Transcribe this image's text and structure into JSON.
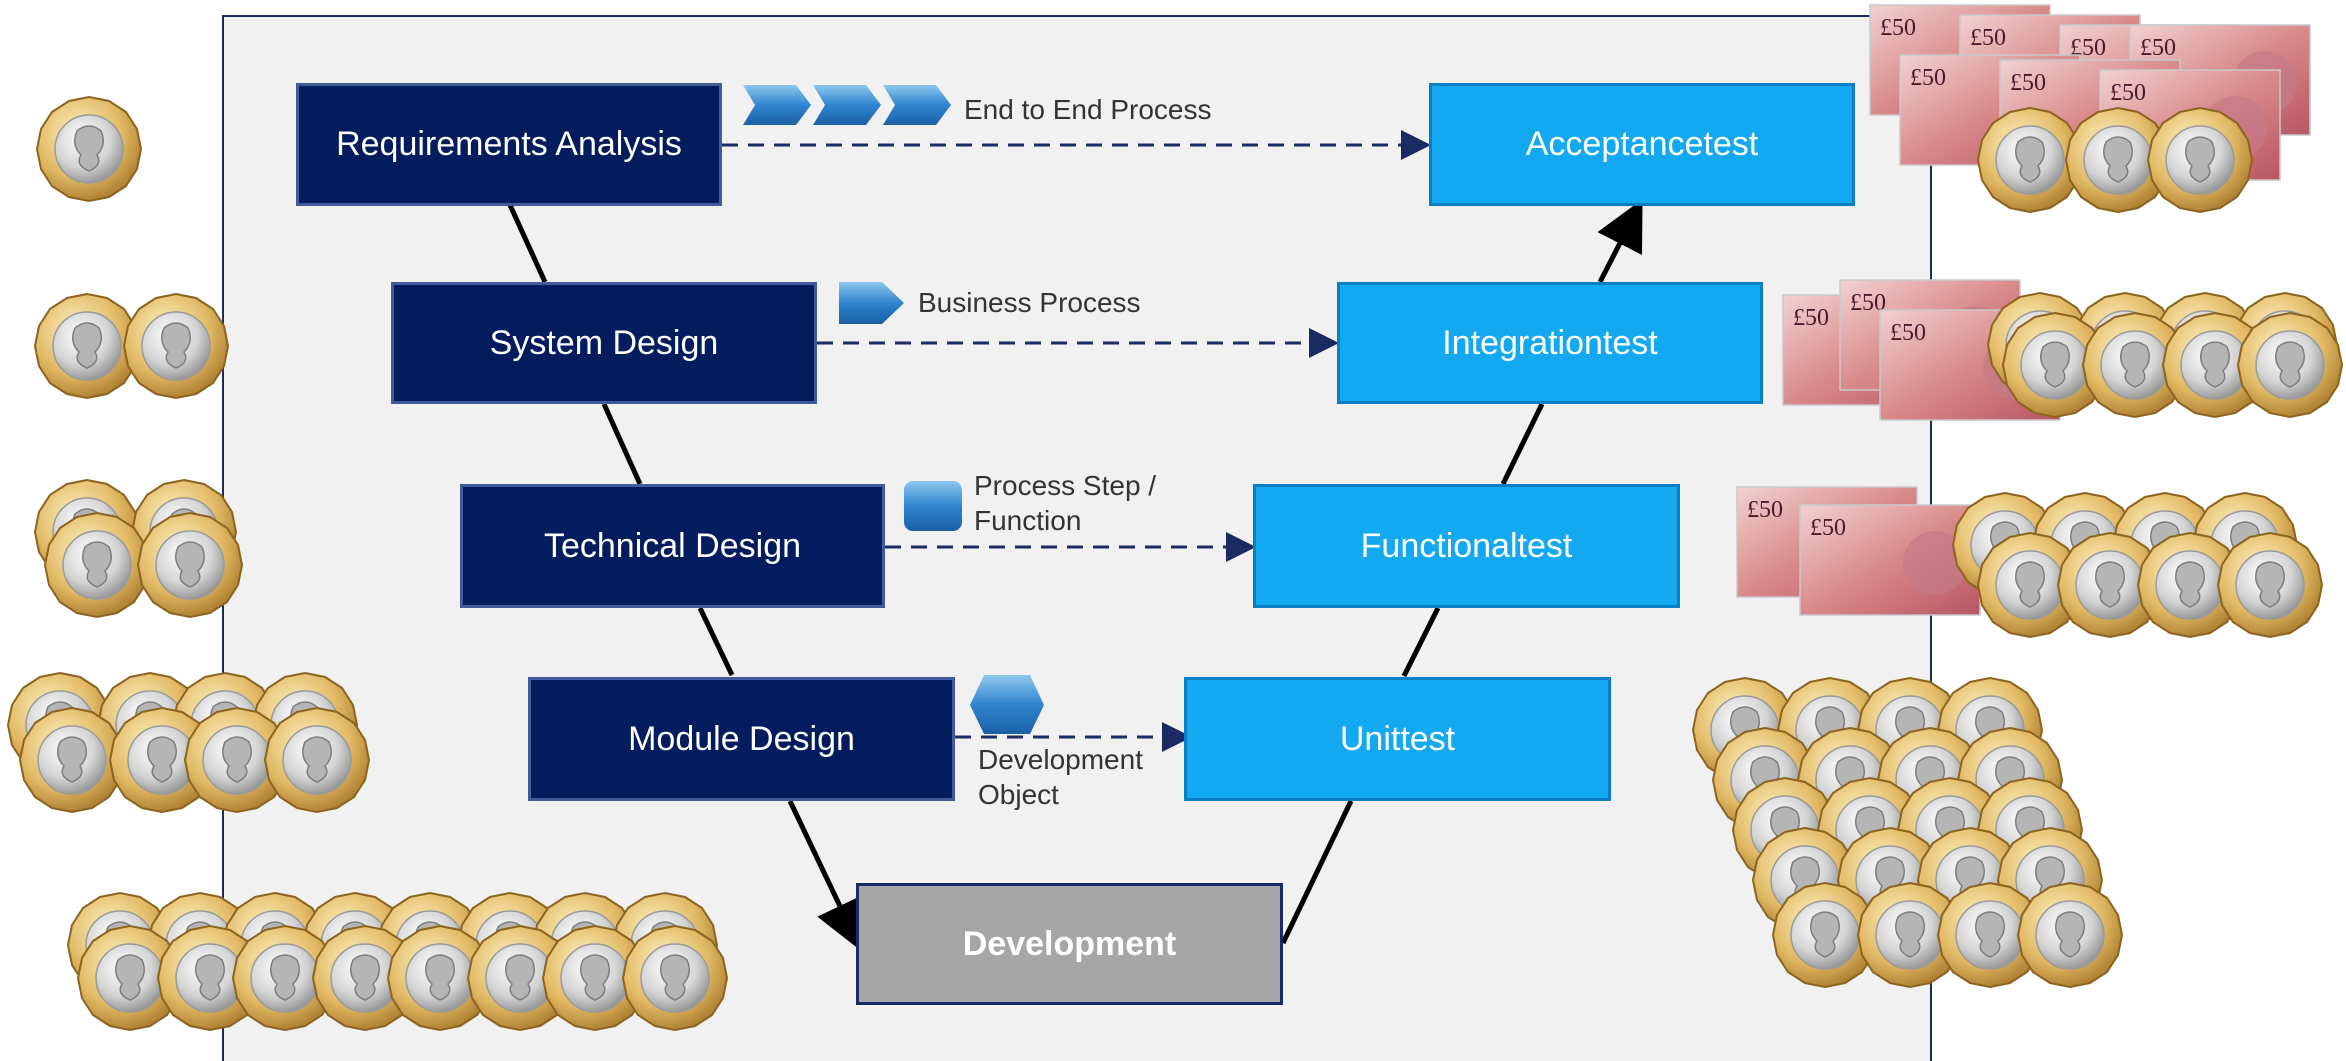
{
  "left_boxes": {
    "requirements": "Requirements Analysis",
    "system": "System Design",
    "technical": "Technical Design",
    "module": "Module Design"
  },
  "right_boxes": {
    "acceptance": "Acceptancetest",
    "integration": "Integrationtest",
    "functional": "Functionaltest",
    "unit": "Unittest"
  },
  "bottom_box": "Development",
  "labels": {
    "end_to_end": "End to End Process",
    "business": "Business Process",
    "process_step": "Process Step /\nFunction",
    "dev_object": "Development\nObject"
  },
  "colors": {
    "dark_box": "#031c5e",
    "light_box": "#13a9f0",
    "grey_box": "#a6a6a6",
    "panel": "#f1f1f1",
    "connector": "#1b2a63"
  },
  "icons": [
    "chevron-shape-icon",
    "pentagon-shape-icon",
    "rounded-square-icon",
    "hexagon-icon",
    "pound-coin-icon",
    "banknote-icon"
  ]
}
